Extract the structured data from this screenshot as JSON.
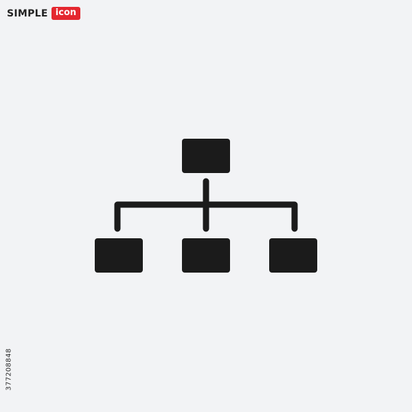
{
  "brand": {
    "word": "SIMPLE",
    "tag": "icon",
    "tag_color": "#e4272f"
  },
  "icon": {
    "name": "hierarchy-icon",
    "color": "#1b1b1b"
  },
  "stock_id": "377208848"
}
